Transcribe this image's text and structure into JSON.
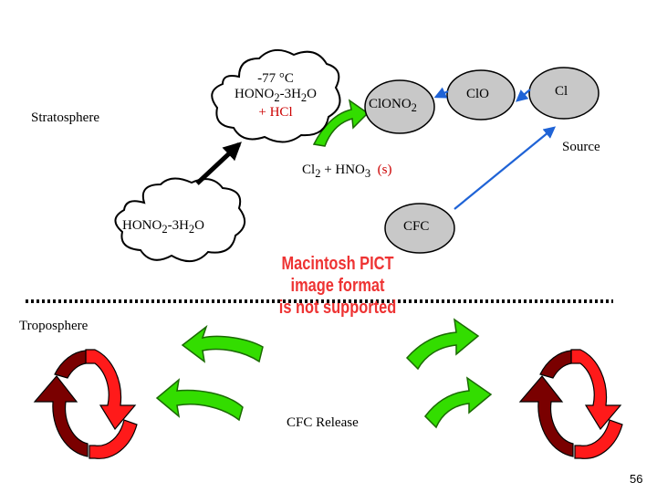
{
  "labels": {
    "stratosphere": "Stratosphere",
    "troposphere": "Troposphere",
    "source": "Source",
    "cfc": "CFC",
    "cfc_release": "CFC Release"
  },
  "cloud_top": {
    "temperature": "-77 °C",
    "hydrate_prefix": "HONO",
    "hydrate_sub_a": "2",
    "hydrate_mid": "-3H",
    "hydrate_sub_b": "2",
    "hydrate_suffix": "O",
    "hcl_line": "+ HCl"
  },
  "cloud_bottom": {
    "prefix": "HONO",
    "sub_a": "2",
    "mid": "-3H",
    "sub_b": "2",
    "suffix": "O"
  },
  "ellipses": {
    "clono2_prefix": "ClONO",
    "clono2_sub": "2",
    "clo": "ClO",
    "cl": "Cl"
  },
  "reaction": {
    "cl2_prefix": "Cl",
    "cl2_sub": "2",
    "middle": " + HNO",
    "hno3_sub": "3",
    "solid": "(s)"
  },
  "pict_placeholder": {
    "line1": "Macintosh PICT",
    "line2": "image format",
    "line3": "is not supported"
  },
  "page_number": "56",
  "colors": {
    "ellipse_fill": "#c8c8c8",
    "arrow_blue": "#1f63d6",
    "arrow_green": "#33dd00",
    "cycle_red": "#ff1a1a",
    "cycle_dark_red": "#7a0000",
    "accent_red": "#cc0000"
  }
}
